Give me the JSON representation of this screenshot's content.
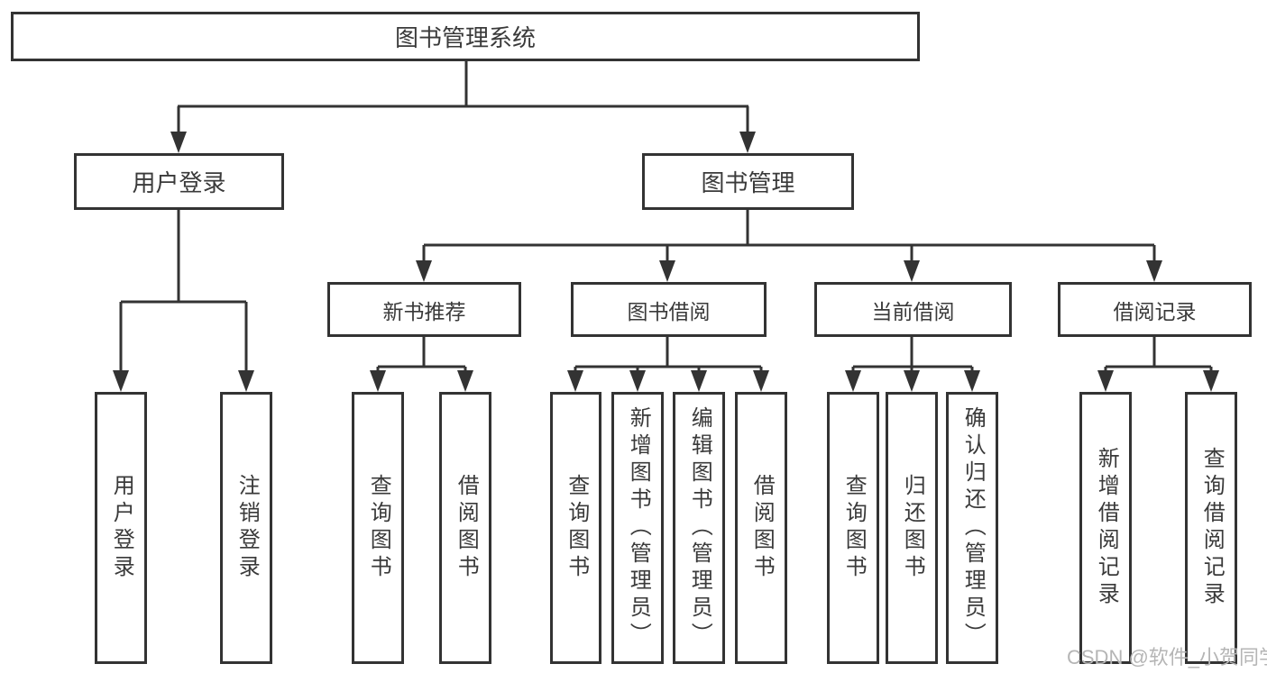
{
  "tree": {
    "root": {
      "label": "图书管理系统"
    },
    "branches": [
      {
        "label": "用户登录",
        "children": [
          {
            "label": "用户登录"
          },
          {
            "label": "注销登录"
          }
        ]
      },
      {
        "label": "图书管理",
        "groups": [
          {
            "label": "新书推荐",
            "children": [
              {
                "label": "查询图书"
              },
              {
                "label": "借阅图书"
              }
            ]
          },
          {
            "label": "图书借阅",
            "children": [
              {
                "label": "查询图书"
              },
              {
                "label": "新增图书（管理员）"
              },
              {
                "label": "编辑图书（管理员）"
              },
              {
                "label": "借阅图书"
              }
            ]
          },
          {
            "label": "当前借阅",
            "children": [
              {
                "label": "查询图书"
              },
              {
                "label": "归还图书"
              },
              {
                "label": "确认归还（管理员）"
              }
            ]
          },
          {
            "label": "借阅记录",
            "children": [
              {
                "label": "新增借阅记录"
              },
              {
                "label": "查询借阅记录"
              }
            ]
          }
        ]
      }
    ]
  },
  "watermark": {
    "text": "CSDN @软件_小贺同学"
  },
  "colors": {
    "line": "#333333",
    "border": "#333333",
    "text": "#3a3a3a",
    "watermark": "#b5b5b5",
    "background": "#ffffff"
  }
}
